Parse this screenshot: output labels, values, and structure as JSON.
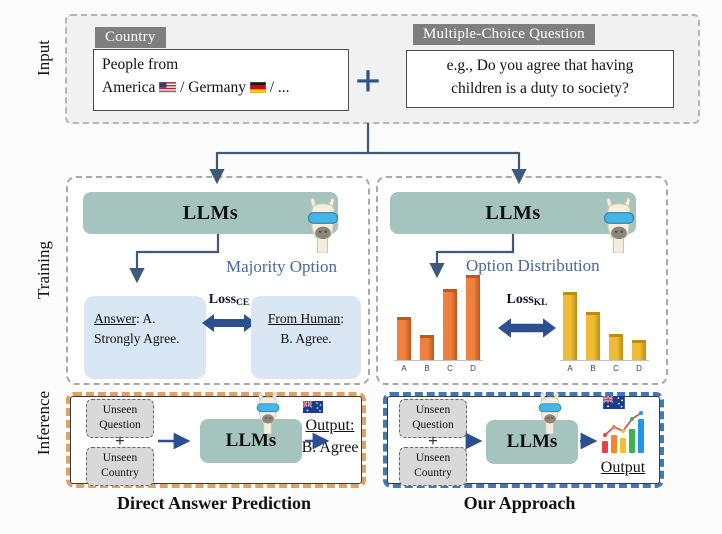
{
  "section_labels": {
    "input": "Input",
    "training": "Training",
    "inference": "Inference"
  },
  "input": {
    "country": {
      "header": "Country",
      "line1": "People from",
      "name1": "America",
      "sep": "/",
      "name2": "Germany",
      "ellipsis": "/ ..."
    },
    "plus": "+",
    "question": {
      "header": "Multiple-Choice Question",
      "line1": "e.g., Do you agree that having",
      "line2": "children is a duty to society?"
    }
  },
  "training": {
    "left": {
      "llm_label": "LLMs",
      "title": "Majority Option",
      "prediction": {
        "label": "Answer",
        "rest": ": A.",
        "line2": "Strongly Agree."
      },
      "loss": {
        "base": "Loss",
        "sub": "CE"
      },
      "target": {
        "label": "From Human",
        "rest": ":",
        "line2": "B. Agree."
      }
    },
    "right": {
      "llm_label": "LLMs",
      "title": "Option Distribution",
      "loss": {
        "base": "Loss",
        "sub": "KL"
      }
    }
  },
  "chart_data": [
    {
      "type": "bar",
      "title": "LLM predicted option distribution",
      "categories": [
        "A",
        "B",
        "C",
        "D"
      ],
      "values": [
        0.4,
        0.22,
        0.68,
        0.82
      ],
      "ylim": [
        0,
        1
      ],
      "color": "#ef8040",
      "color_dark": "#c1571c",
      "legend": "none",
      "axis": "category labels only"
    },
    {
      "type": "bar",
      "title": "Human option distribution",
      "categories": [
        "A",
        "B",
        "C",
        "D"
      ],
      "values": [
        0.65,
        0.45,
        0.23,
        0.17
      ],
      "ylim": [
        0,
        1
      ],
      "color": "#eebd35",
      "color_dark": "#bb8d12",
      "legend": "none",
      "axis": "category labels only"
    }
  ],
  "inference": {
    "left": {
      "unseen_question": {
        "line1": "Unseen",
        "line2": "Question"
      },
      "plus": "+",
      "unseen_country": {
        "line1": "Unseen",
        "line2": "Country"
      },
      "llm_label": "LLMs",
      "output_label": "Output:",
      "output_value": "B. Agree",
      "caption": "Direct Answer Prediction"
    },
    "right": {
      "unseen_question": {
        "line1": "Unseen",
        "line2": "Question"
      },
      "plus": "+",
      "unseen_country": {
        "line1": "Unseen",
        "line2": "Country"
      },
      "llm_label": "LLMs",
      "output_label": "Output",
      "caption": "Our Approach"
    }
  },
  "icons": {
    "llama": "llama-with-blue-sunglasses",
    "us_flag": "united-states-flag",
    "germany_flag": "germany-flag",
    "australia_flag": "australia-flag",
    "output_chart": "rising-colorful-bar-chart"
  },
  "colors": {
    "llm_box": "#a6c4be",
    "light_blue_box": "#d9e6f4",
    "accent_navy": "#2b4f91",
    "connector": "#3d5a7c",
    "title_blue": "#47689e",
    "orange_border": "#dfa165",
    "blue_border": "#4179b4",
    "header_gray": "#7f7f7f",
    "unseen_gray": "#d9d9d9"
  }
}
